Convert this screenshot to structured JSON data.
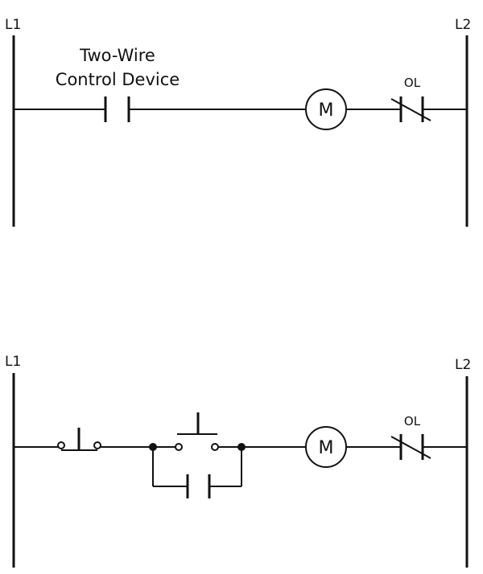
{
  "top_rung": {
    "left_rail_label": "L1",
    "right_rail_label": "L2",
    "device_label_line1": "Two-Wire",
    "device_label_line2": "Control Device",
    "motor_label": "M",
    "overload_label": "OL"
  },
  "bottom_rung": {
    "left_rail_label": "L1",
    "right_rail_label": "L2",
    "motor_label": "M",
    "overload_label": "OL"
  }
}
